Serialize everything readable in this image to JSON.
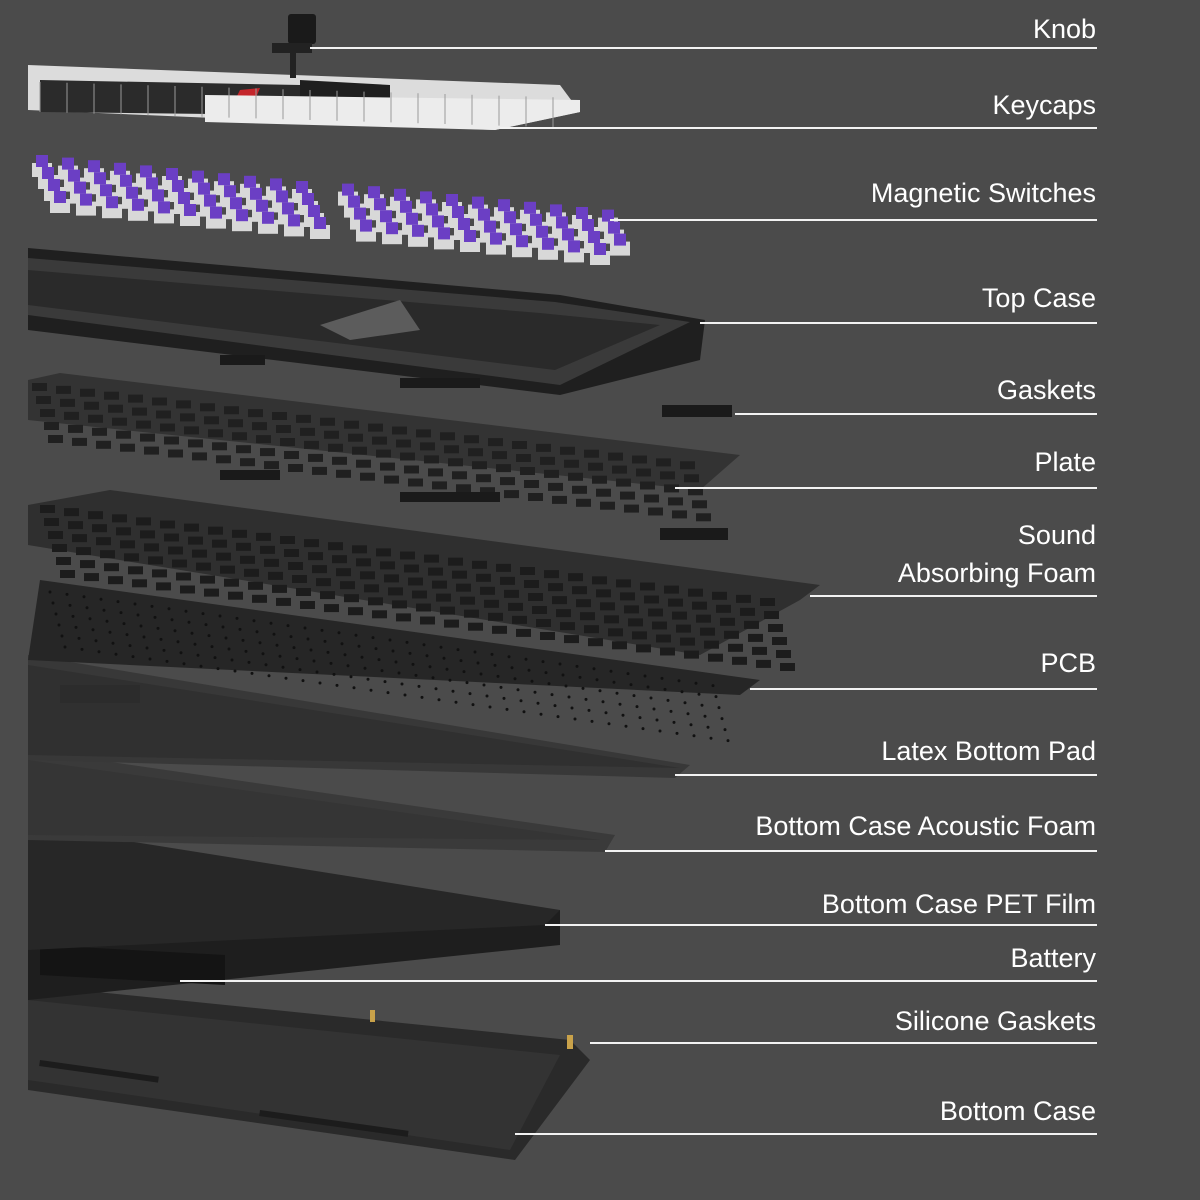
{
  "colors": {
    "background": "#4b4b4b",
    "label": "#ffffff",
    "leader_line": "#f2f2f2",
    "switch_stem": "#6b3fc4",
    "keycap_white": "#e6e6e6",
    "keycap_dark": "#2b2b2b",
    "keycap_accent": "#c4262b"
  },
  "layers": [
    {
      "id": "knob",
      "label": "Knob"
    },
    {
      "id": "keycaps",
      "label": "Keycaps"
    },
    {
      "id": "switches",
      "label": "Magnetic Switches"
    },
    {
      "id": "top-case",
      "label": "Top Case"
    },
    {
      "id": "gaskets",
      "label": "Gaskets"
    },
    {
      "id": "plate",
      "label": "Plate"
    },
    {
      "id": "foam",
      "label": "Sound",
      "label2": "Absorbing Foam"
    },
    {
      "id": "pcb",
      "label": "PCB"
    },
    {
      "id": "latex",
      "label": "Latex Bottom Pad"
    },
    {
      "id": "acoustic",
      "label": "Bottom Case Acoustic Foam"
    },
    {
      "id": "pet",
      "label": "Bottom Case PET Film"
    },
    {
      "id": "battery",
      "label": "Battery"
    },
    {
      "id": "silicone",
      "label": "Silicone Gaskets"
    },
    {
      "id": "bottom-case",
      "label": "Bottom Case"
    }
  ]
}
